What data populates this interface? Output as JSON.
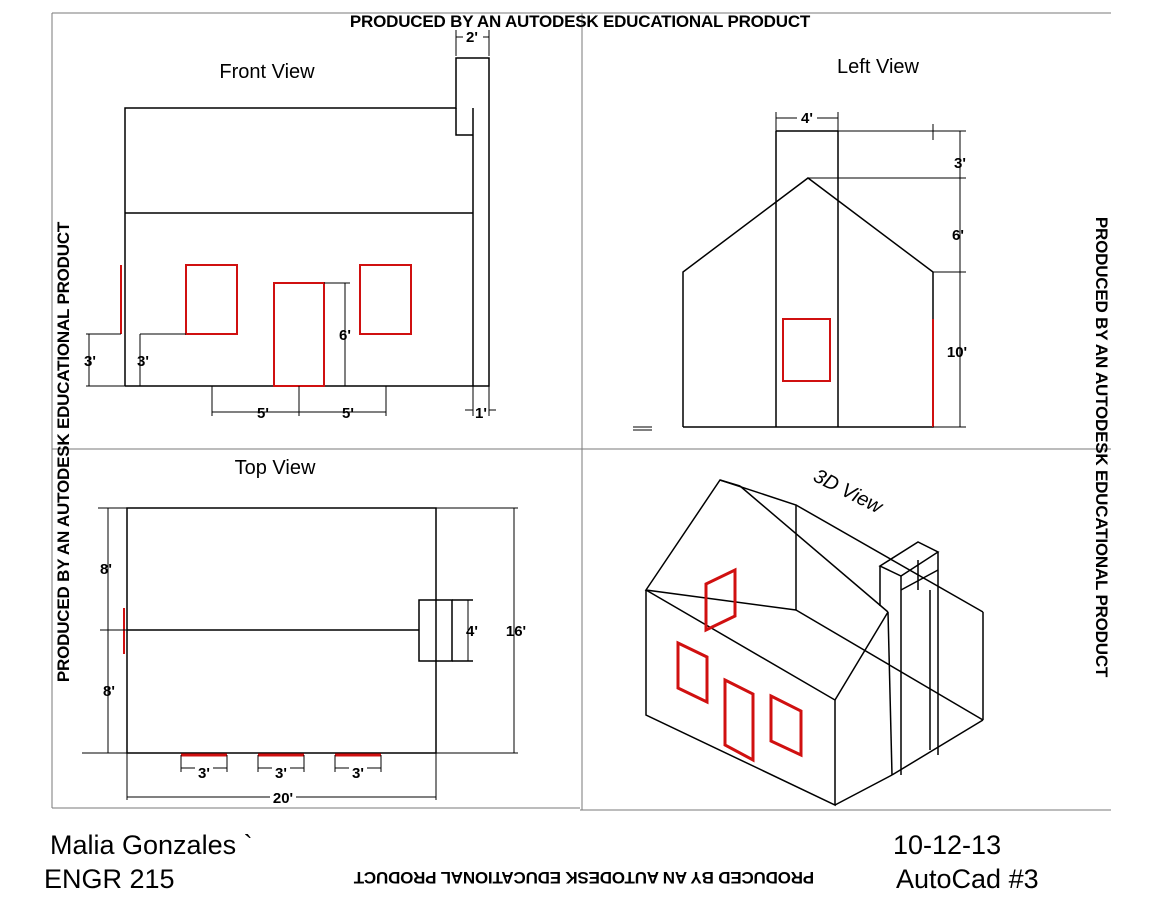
{
  "watermark": "PRODUCED BY AN AUTODESK EDUCATIONAL PRODUCT",
  "views": {
    "front": "Front View",
    "left": "Left View",
    "top": "Top View",
    "iso": "3D View"
  },
  "dims": {
    "front_chimney_width": "2'",
    "front_window_sill_left": "3'",
    "front_window_sill_right": "3'",
    "front_door_height": "6'",
    "front_spacing_left": "5'",
    "front_spacing_right": "5'",
    "front_chimney_depth": "1'",
    "left_chimney_width": "4'",
    "left_chimney_above_roof": "3'",
    "left_roof_height": "6'",
    "left_wall_height": "10'",
    "top_half_upper": "8'",
    "top_half_lower": "8'",
    "top_chimney": "4'",
    "top_depth": "16'",
    "top_opening_1": "3'",
    "top_opening_2": "3'",
    "top_opening_3": "3'",
    "top_length": "20'"
  },
  "title_block": {
    "name": "Malia Gonzales `",
    "course": "ENGR 215",
    "date": "10-12-13",
    "assignment": "AutoCad #3"
  }
}
